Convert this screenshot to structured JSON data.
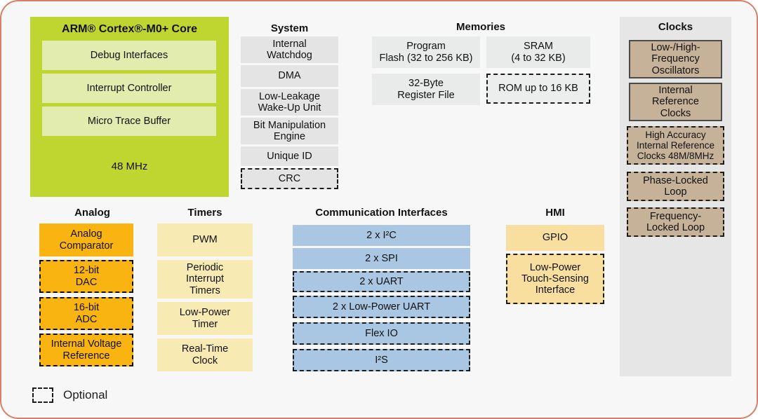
{
  "legend": {
    "optional_label": "Optional",
    "swatch_name": "dashed-outline-swatch"
  },
  "colors": {
    "frame_border": "#d4816a",
    "page_background": "#f7f7f7",
    "core_panel": "#bfd630",
    "core_sub": "#e2ecae",
    "system_box": "#e4e4e4",
    "memory_box": "#e9eaea",
    "clock_panel": "#e6e6e6",
    "clock_box": "#c6b299",
    "analog_box": "#f9b411",
    "timer_box": "#f7eab3",
    "comm_box": "#a9c6e2",
    "hmi_box": "#f8dfa0"
  },
  "core": {
    "title": "ARM® Cortex®-M0+ Core",
    "blocks": [
      {
        "label": "Debug Interfaces",
        "optional": false
      },
      {
        "label": "Interrupt Controller",
        "optional": false
      },
      {
        "label": "Micro Trace Buffer",
        "optional": false
      }
    ],
    "frequency": "48 MHz"
  },
  "system": {
    "header": "System",
    "blocks": [
      {
        "label": "Internal\nWatchdog",
        "optional": false
      },
      {
        "label": "DMA",
        "optional": false
      },
      {
        "label": "Low-Leakage\nWake-Up Unit",
        "optional": false
      },
      {
        "label": "Bit Manipulation\nEngine",
        "optional": false
      },
      {
        "label": "Unique ID",
        "optional": false
      },
      {
        "label": "CRC",
        "optional": true
      }
    ]
  },
  "memories": {
    "header": "Memories",
    "blocks": [
      {
        "label": "Program\nFlash (32 to 256 KB)",
        "optional": false
      },
      {
        "label": "SRAM\n(4 to 32 KB)",
        "optional": false
      },
      {
        "label": "32-Byte\nRegister File",
        "optional": false
      },
      {
        "label": "ROM up to 16 KB",
        "optional": true
      }
    ]
  },
  "clocks": {
    "header": "Clocks",
    "blocks": [
      {
        "label": "Low-/High-\nFrequency\nOscillators",
        "optional": false
      },
      {
        "label": "Internal\nReference\nClocks",
        "optional": false
      },
      {
        "label": "High Accuracy\nInternal Reference\nClocks 48M/8MHz",
        "optional": true
      },
      {
        "label": "Phase-Locked\nLoop",
        "optional": true
      },
      {
        "label": "Frequency-\nLocked Loop",
        "optional": true
      }
    ]
  },
  "analog": {
    "header": "Analog",
    "blocks": [
      {
        "label": "Analog\nComparator",
        "optional": false
      },
      {
        "label": "12-bit\nDAC",
        "optional": true
      },
      {
        "label": "16-bit\nADC",
        "optional": true
      },
      {
        "label": "Internal Voltage\nReference",
        "optional": true
      }
    ]
  },
  "timers": {
    "header": "Timers",
    "blocks": [
      {
        "label": "PWM",
        "optional": false
      },
      {
        "label": "Periodic\nInterrupt\nTimers",
        "optional": false
      },
      {
        "label": "Low-Power\nTimer",
        "optional": false
      },
      {
        "label": "Real-Time\nClock",
        "optional": false
      }
    ]
  },
  "communication": {
    "header": "Communication Interfaces",
    "blocks": [
      {
        "label": "2 x I²C",
        "optional": false
      },
      {
        "label": "2 x SPI",
        "optional": false
      },
      {
        "label": "2 x UART",
        "optional": true
      },
      {
        "label": "2 x Low-Power UART",
        "optional": true
      },
      {
        "label": "Flex IO",
        "optional": true
      },
      {
        "label": "I²S",
        "optional": true
      }
    ]
  },
  "hmi": {
    "header": "HMI",
    "blocks": [
      {
        "label": "GPIO",
        "optional": false
      },
      {
        "label": "Low-Power\nTouch-Sensing\nInterface",
        "optional": true
      }
    ]
  }
}
